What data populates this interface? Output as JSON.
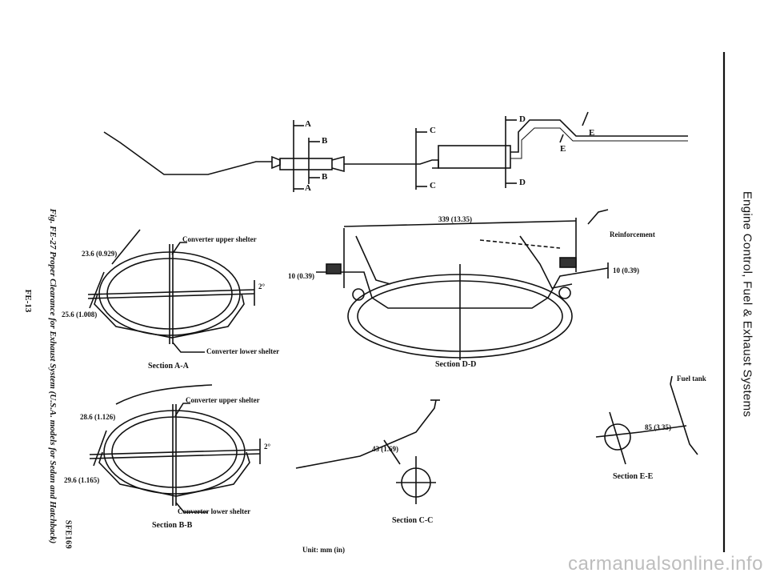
{
  "header": {
    "title": "Engine Control, Fuel & Exhaust Systems"
  },
  "caption": {
    "text": "Fig. FE-27 Proper Clearance for Exhaust System (U.S.A. models for Sedan and Hatchback)"
  },
  "figure_code": "SFE169",
  "page_number": "FE-13",
  "unit_note": "Unit: mm (in)",
  "watermark": "carmanualsonline.info",
  "overview": {
    "markers": [
      "A",
      "B",
      "B",
      "A",
      "C",
      "C",
      "D",
      "D",
      "E",
      "E"
    ]
  },
  "section_aa": {
    "title": "Section A-A",
    "upper": "Converter upper shelter",
    "lower": "Converter lower shelter",
    "dim_upper": "23.6 (0.929)",
    "dim_lower": "25.6 (1.008)",
    "angle": "2°"
  },
  "section_bb": {
    "title": "Section B-B",
    "upper": "Converter upper shelter",
    "lower": "Converter lower shelter",
    "dim_upper": "28.6 (1.126)",
    "dim_lower": "29.6 (1.165)",
    "angle": "2°"
  },
  "section_dd": {
    "title": "Section D-D",
    "width": "339 (13.35)",
    "left_gap": "10 (0.39)",
    "right_gap": "10 (0.39)",
    "reinforcement": "Reinforcement"
  },
  "section_cc": {
    "title": "Section C-C",
    "dim": "43 (1.69)"
  },
  "section_ee": {
    "title": "Section E-E",
    "dim": "85 (3.35)",
    "fuel_tank": "Fuel tank"
  }
}
